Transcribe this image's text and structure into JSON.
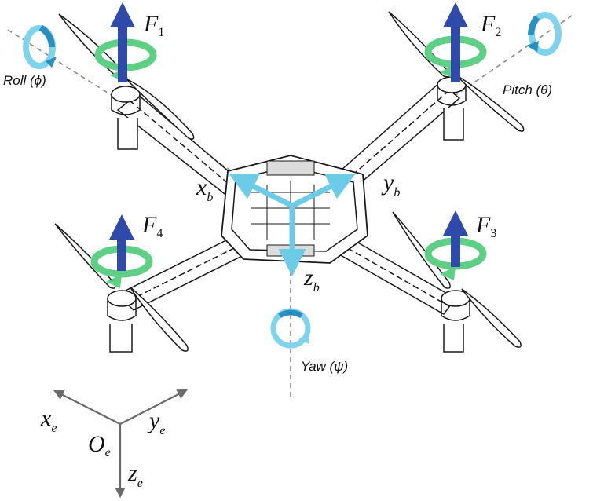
{
  "forces": {
    "f1": {
      "letter": "F",
      "sub": "1"
    },
    "f2": {
      "letter": "F",
      "sub": "2"
    },
    "f3": {
      "letter": "F",
      "sub": "3"
    },
    "f4": {
      "letter": "F",
      "sub": "4"
    }
  },
  "rotations": {
    "roll": "Roll (ϕ)",
    "pitch": "Pitch (θ)",
    "yaw": "Yaw (ψ)"
  },
  "body_axes": {
    "x": {
      "letter": "x",
      "sub": "b"
    },
    "y": {
      "letter": "y",
      "sub": "b"
    },
    "z": {
      "letter": "z",
      "sub": "b"
    }
  },
  "earth_axes": {
    "x": {
      "letter": "x",
      "sub": "e"
    },
    "y": {
      "letter": "y",
      "sub": "e"
    },
    "z": {
      "letter": "z",
      "sub": "e"
    },
    "origin": {
      "letter": "O",
      "sub": "e"
    }
  },
  "colors": {
    "force_arrow": "#2f4aa8",
    "spin_arrow": "#5fcf86",
    "body_axis": "#6ccbe6",
    "rotation_icon": "#7fd3ea",
    "rotation_icon_dark": "#2a8fbf",
    "frame_line": "#1a1a1a",
    "earth_axis": "#6a6a6a",
    "dashed_axis": "#8a8a8a"
  }
}
